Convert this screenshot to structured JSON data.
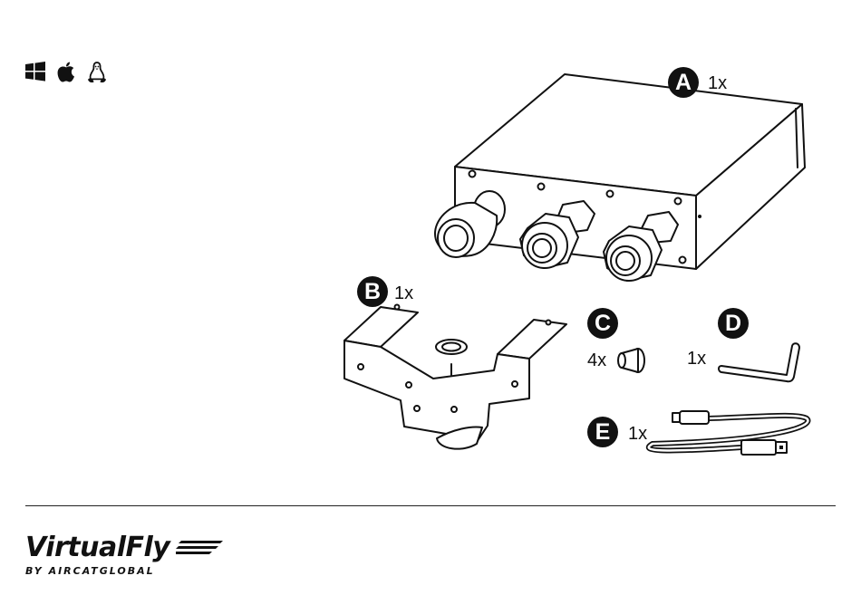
{
  "os_icons": [
    "windows-icon",
    "apple-icon",
    "linux-icon"
  ],
  "parts": [
    {
      "letter": "A",
      "qty": "1x"
    },
    {
      "letter": "B",
      "qty": "1x"
    },
    {
      "letter": "C",
      "qty": "4x"
    },
    {
      "letter": "D",
      "qty": "1x"
    },
    {
      "letter": "E",
      "qty": "1x"
    }
  ],
  "brand": {
    "name": "VirtualFly",
    "tagline": "BY AIRCATGLOBAL"
  }
}
